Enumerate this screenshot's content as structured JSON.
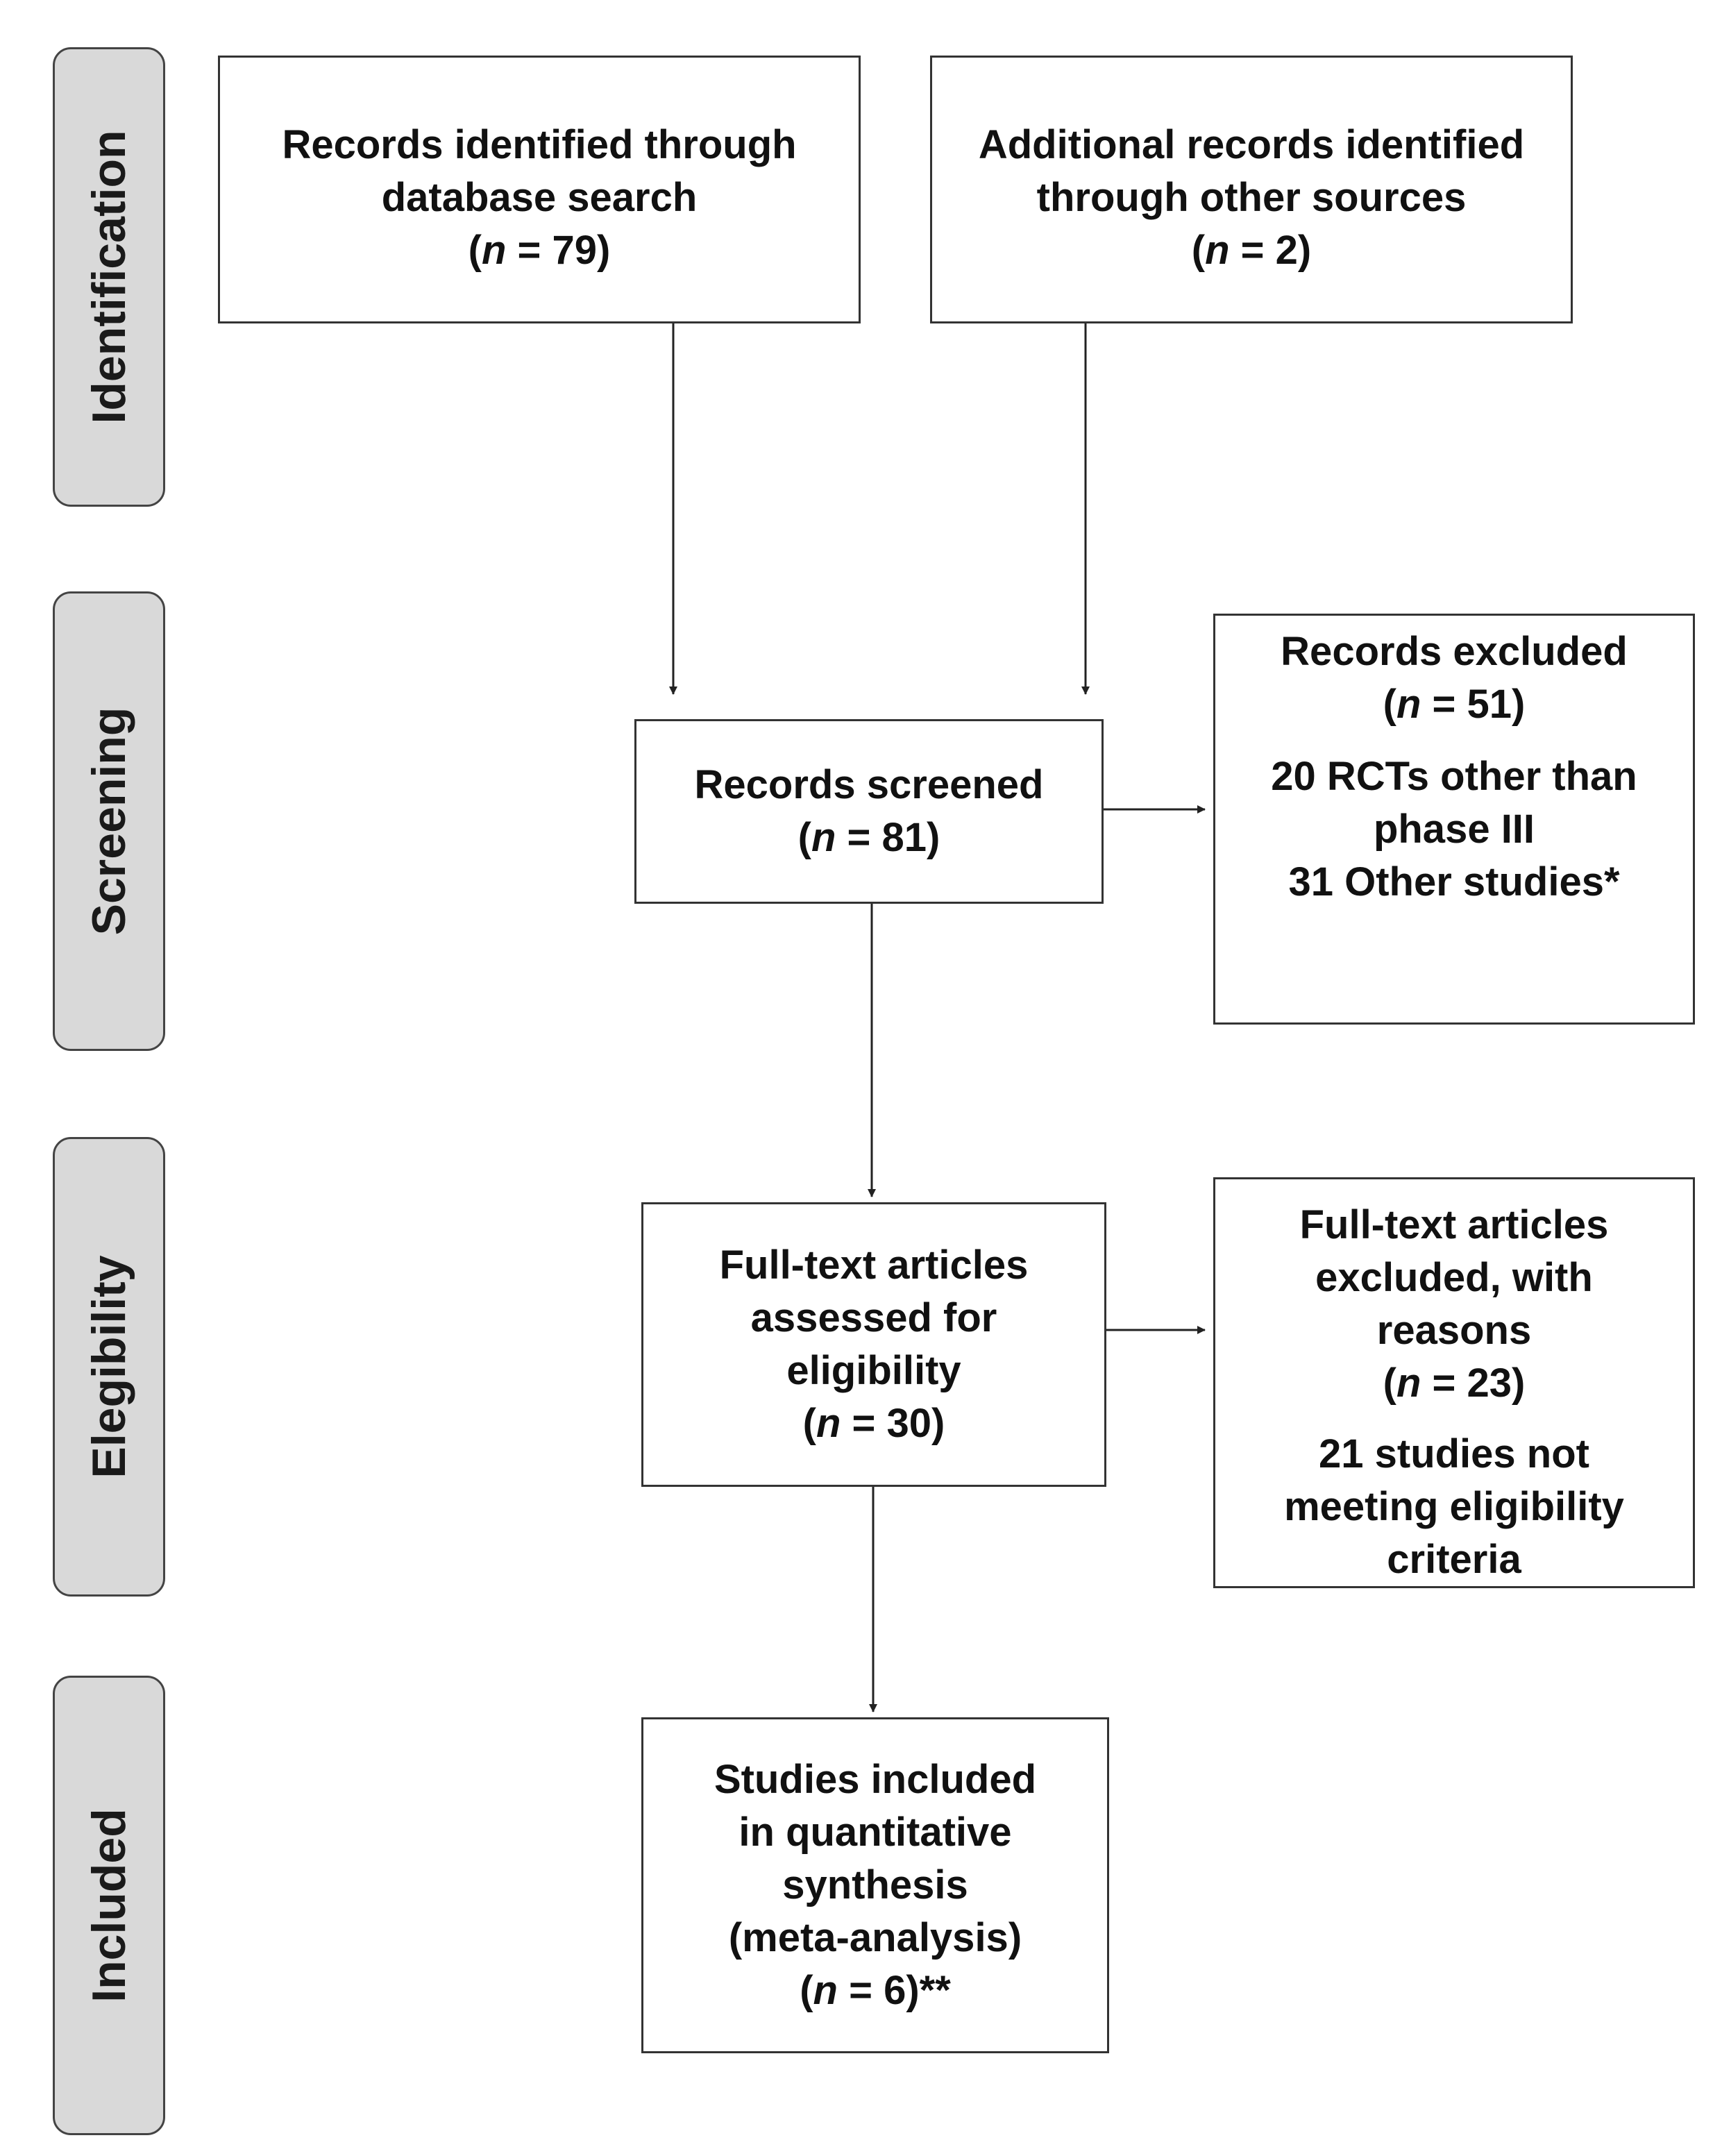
{
  "stages": {
    "identification": "Identification",
    "screening": "Screening",
    "eligibility": "Elegibility",
    "included": "Included"
  },
  "boxes": {
    "database_search": {
      "lines": [
        "Records identified through",
        "database search"
      ],
      "count": "(n = 79)"
    },
    "other_sources": {
      "lines": [
        "Additional records identified",
        "through other sources"
      ],
      "count": "(n = 2)"
    },
    "records_screened": {
      "lines": [
        "Records screened"
      ],
      "count": "(n = 81)"
    },
    "records_excluded": {
      "lines": [
        "Records excluded"
      ],
      "count": "(n = 51)",
      "details": [
        "20 RCTs other than",
        "phase III",
        "31 Other studies*"
      ]
    },
    "fulltext_assessed": {
      "lines": [
        "Full-text articles",
        "assessed for",
        "eligibility"
      ],
      "count": "(n = 30)"
    },
    "fulltext_excluded": {
      "lines": [
        "Full-text articles",
        "excluded, with",
        "reasons"
      ],
      "count": "(n = 23)",
      "details": [
        "21 studies not",
        "meeting eligibility",
        "criteria"
      ]
    },
    "studies_included": {
      "lines": [
        "Studies included",
        "in quantitative",
        "synthesis",
        "(meta-analysis)"
      ],
      "count": "(n = 6)**"
    }
  }
}
